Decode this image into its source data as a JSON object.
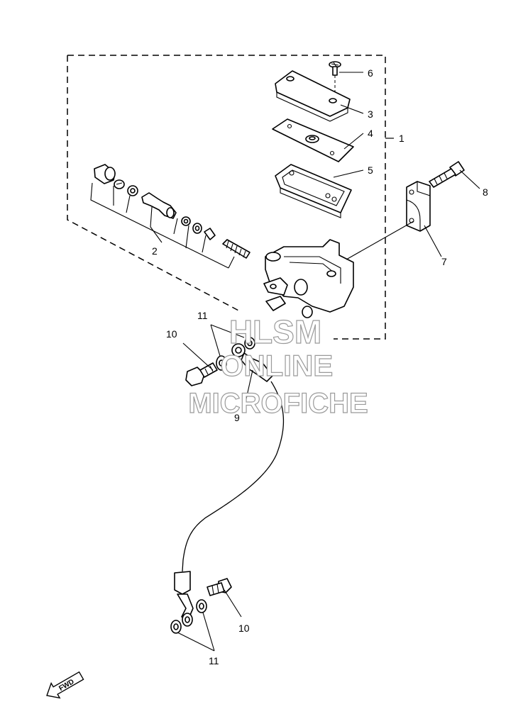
{
  "callouts": {
    "c1": "1",
    "c2": "2",
    "c3": "3",
    "c4": "4",
    "c5": "5",
    "c6": "6",
    "c7": "7",
    "c8": "8",
    "c9": "9",
    "c10a": "10",
    "c10b": "10",
    "c11a": "11",
    "c11b": "11"
  },
  "watermark": {
    "line1": "HLSM",
    "line2": "ONLINE",
    "line3": "MICROFICHE"
  },
  "fwd_label": "FWD"
}
